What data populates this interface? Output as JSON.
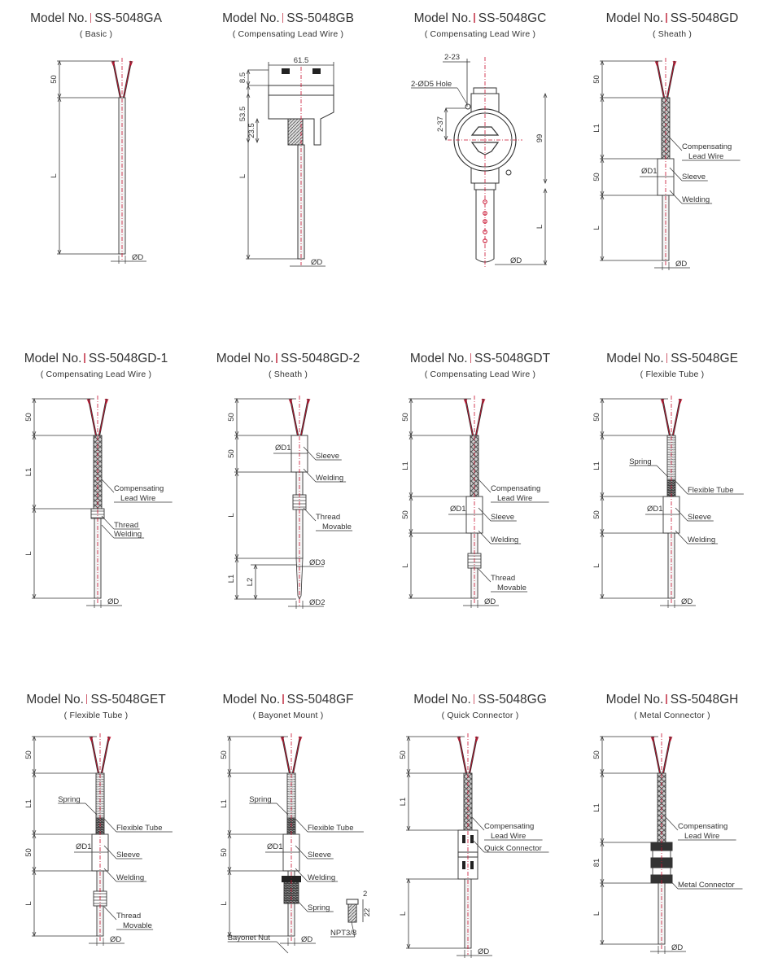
{
  "header": {
    "prefix": "Model No."
  },
  "colors": {
    "centerline": "#c8102e",
    "line": "#333333",
    "separator": "#d06070"
  },
  "panels": [
    {
      "model": "SS-5048GA",
      "subtitle": "( Basic )",
      "dims": [
        "50",
        "L"
      ],
      "callouts": [],
      "diam": [
        "ØD"
      ]
    },
    {
      "model": "SS-5048GB",
      "subtitle": "( Compensating Lead Wire )",
      "dims": [
        "61.5",
        "8.5",
        "53.5",
        "23.5",
        "L"
      ],
      "callouts": [],
      "diam": [
        "ØD"
      ]
    },
    {
      "model": "SS-5048GC",
      "subtitle": "( Compensating Lead Wire )",
      "dims": [
        "2-23",
        "2-37",
        "99",
        "L"
      ],
      "callouts": [
        "2-ØD5 Hole"
      ],
      "diam": [
        "ØD"
      ]
    },
    {
      "model": "SS-5048GD",
      "subtitle": "( Sheath )",
      "dims": [
        "50",
        "L1",
        "50",
        "L"
      ],
      "callouts": [
        "Compensating|Lead Wire",
        "Sleeve",
        "Welding"
      ],
      "diam": [
        "ØD",
        "ØD1"
      ]
    },
    {
      "model": "SS-5048GD-1",
      "subtitle": "( Compensating Lead Wire )",
      "dims": [
        "50",
        "L1",
        "L"
      ],
      "callouts": [
        "Compensating|Lead Wire",
        "Thread",
        "Welding"
      ],
      "diam": [
        "ØD"
      ]
    },
    {
      "model": "SS-5048GD-2",
      "subtitle": "( Sheath )",
      "dims": [
        "50",
        "50",
        "L",
        "L1",
        "L2"
      ],
      "callouts": [
        "Sleeve",
        "Welding",
        "Thread|Movable"
      ],
      "diam": [
        "ØD2",
        "ØD1",
        "ØD3"
      ]
    },
    {
      "model": "SS-5048GDT",
      "subtitle": "( Compensating Lead Wire )",
      "dims": [
        "50",
        "L1",
        "50",
        "L"
      ],
      "callouts": [
        "Compensating|Lead Wire",
        "Sleeve",
        "Welding",
        "Thread|Movable"
      ],
      "diam": [
        "ØD",
        "ØD1"
      ]
    },
    {
      "model": "SS-5048GE",
      "subtitle": "( Flexible Tube )",
      "dims": [
        "50",
        "L1",
        "50",
        "L"
      ],
      "callouts": [
        "Flexible Tube",
        "Sleeve",
        "Welding",
        "Spring"
      ],
      "diam": [
        "ØD",
        "ØD1"
      ]
    },
    {
      "model": "SS-5048GET",
      "subtitle": "( Flexible Tube )",
      "dims": [
        "50",
        "L1",
        "50",
        "L"
      ],
      "callouts": [
        "Flexible Tube",
        "Sleeve",
        "Welding",
        "Spring",
        "Thread|Movable"
      ],
      "diam": [
        "ØD",
        "ØD1"
      ]
    },
    {
      "model": "SS-5048GF",
      "subtitle": "( Bayonet Mount )",
      "dims": [
        "50",
        "L1",
        "50",
        "L",
        "2",
        "22"
      ],
      "callouts": [
        "Flexible Tube",
        "Sleeve",
        "Welding",
        "Spring",
        "Spring",
        "Bayonet Nut",
        "NPT3/8"
      ],
      "diam": [
        "ØD",
        "ØD1"
      ]
    },
    {
      "model": "SS-5048GG",
      "subtitle": "( Quick Connector )",
      "dims": [
        "50",
        "L1",
        "L"
      ],
      "callouts": [
        "Compensating|Lead Wire",
        "Quick Connector"
      ],
      "diam": [
        "ØD"
      ]
    },
    {
      "model": "SS-5048GH",
      "subtitle": "( Metal Connector )",
      "dims": [
        "50",
        "L1",
        "81",
        "L"
      ],
      "callouts": [
        "Compensating|Lead Wire",
        "Metal Connector"
      ],
      "diam": [
        "ØD"
      ]
    }
  ]
}
